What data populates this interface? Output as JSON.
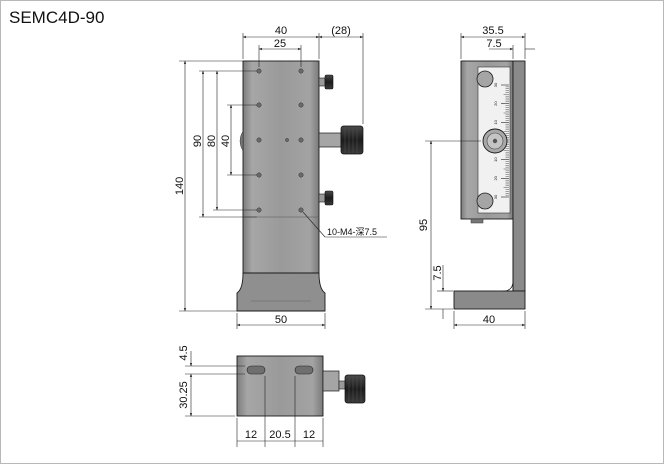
{
  "title": "SEMC4D-90",
  "colors": {
    "body_fill": "#9a9a9a",
    "body_dark": "#6f6f6f",
    "body_light": "#b9b9b9",
    "scale_fill": "#f1f1f1",
    "knob_fill": "#2b2b2b",
    "outline": "#1a1a1a",
    "dimension_line": "#222222"
  },
  "front_view": {
    "dim_top_overall": "40",
    "dim_top_inner": "25",
    "dim_knob_projection": "(28)",
    "dim_height_total": "140",
    "dim_height_90": "90",
    "dim_height_80": "80",
    "dim_height_40": "40",
    "dim_base_width": "50",
    "hole_note": "10-M4-深7.5"
  },
  "side_view": {
    "dim_top_width": "35.5",
    "dim_top_inner": "7.5",
    "dim_height_95": "95",
    "dim_base_thickness": "7.5",
    "dim_base_depth": "40",
    "scale_labels": [
      "30",
      "20",
      "10",
      "0",
      "10",
      "20",
      "30"
    ]
  },
  "bottom_view": {
    "dim_slot_offset": "4.5",
    "dim_height": "30.25",
    "dim_slot_width_left": "12",
    "dim_slot_spacing": "20.5",
    "dim_slot_width_right": "12"
  }
}
